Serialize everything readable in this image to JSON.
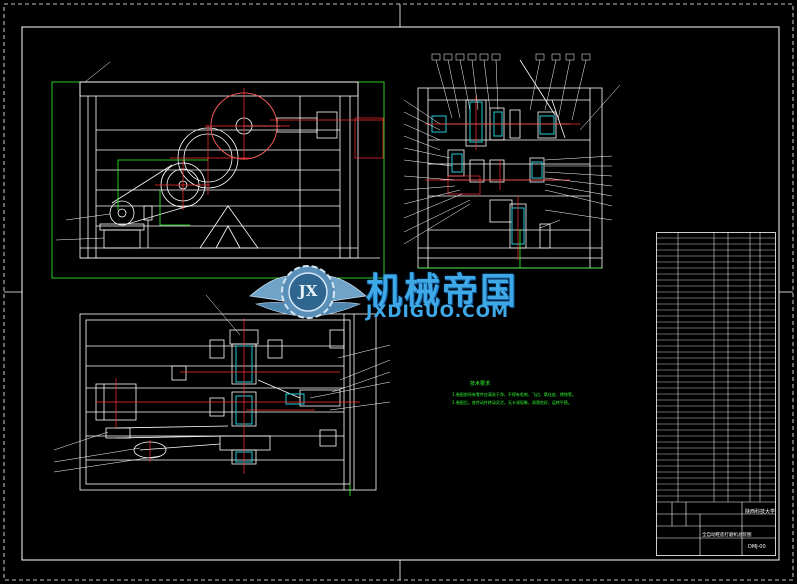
{
  "watermark": {
    "emblem_text": "JX",
    "chinese": "机械帝国",
    "english": "JXDIGUO.COM"
  },
  "technical_requirements": {
    "title": "技术要求",
    "lines": [
      "1.装配前所有零件应清洗干净，不得有毛刺、飞边、氧化皮、锈蚀等。",
      "2.装配后，各传动件转动灵活，无卡滞现象，润滑良好，运转平稳。"
    ]
  },
  "title_block": {
    "university": "陕西科技大学",
    "drawing_name": "全自动鞋底打磨机总装图",
    "drawing_no": "DMJ-00"
  },
  "colors": {
    "line": "#ffffff",
    "frame_green": "#33ff33",
    "accent_red": "#ff3030",
    "part_cyan": "#22ccdd",
    "watermark": "#3fa8e6"
  }
}
